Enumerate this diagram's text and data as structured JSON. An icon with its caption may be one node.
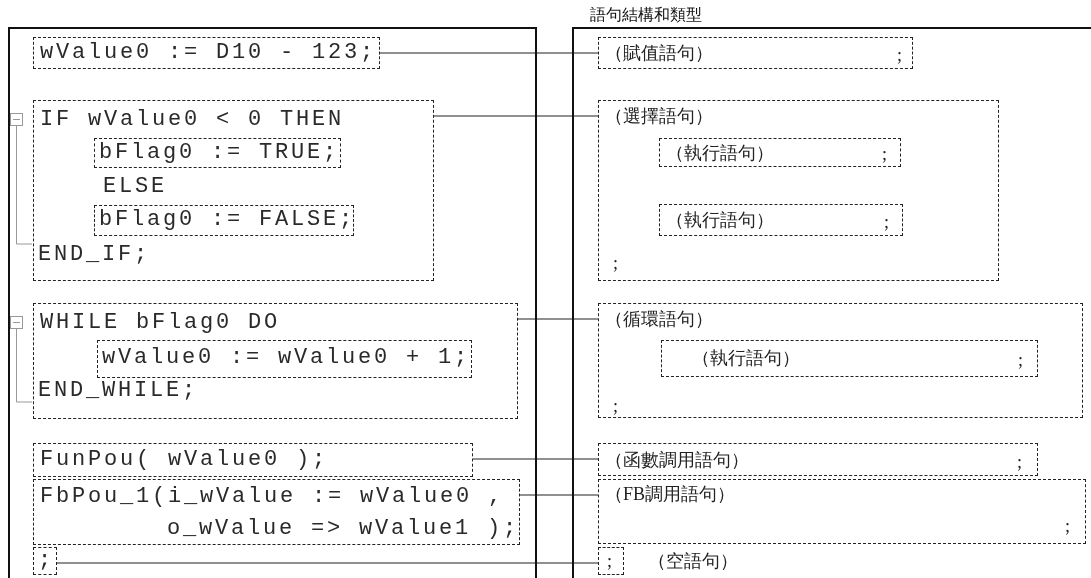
{
  "diagram": {
    "nodes": [
      {
        "text": [],
        "shape": "box"
      },
      {
        "text": [
          "wValue0 := D10 - 123;"
        ],
        "in": 0
      },
      {
        "text": [
          "IF wValue0 < 0 THEN",
          "ELSE",
          "END_IF;"
        ],
        "in": 0
      },
      {
        "text": [
          "bFlag0 := TRUE;"
        ],
        "in": 2
      },
      {
        "text": [
          "bFlag0 := FALSE;"
        ],
        "in": 2
      },
      {
        "text": [
          "WHILE bFlag0 DO",
          "END_WHILE;"
        ],
        "in": 0
      },
      {
        "text": [
          "wValue0 := wValue0 + 1;"
        ],
        "in": 5
      },
      {
        "text": [
          "FunPou( wValue0 );"
        ],
        "in": 0
      },
      {
        "text": [
          "FbPou_1(i_wValue := wValue0 , o_wValue => wValue1 );"
        ],
        "in": 0
      },
      {
        "text": [
          ";"
        ],
        "in": 0
      },
      {
        "text": [
          "語句結構和類型"
        ]
      },
      {
        "text": [
          "（賦值語句）",
          ";"
        ],
        "in": 10
      },
      {
        "text": [
          "（選擇語句）",
          ";"
        ],
        "in": 10
      },
      {
        "text": [
          "（執行語句）",
          ";"
        ],
        "in": 12
      },
      {
        "text": [
          "（執行語句）",
          ";"
        ],
        "in": 12
      },
      {
        "text": [
          "（循環語句）",
          ";"
        ],
        "in": 10
      },
      {
        "text": [
          "（執行語句）",
          ";"
        ],
        "in": 15
      },
      {
        "text": [
          "（函數調用語句）",
          ";"
        ],
        "in": 10
      },
      {
        "text": [
          "（FB調用語句）",
          ";"
        ],
        "in": 10
      },
      {
        "text": [
          ";"
        ],
        "in": 10
      }
    ],
    "labels": [
      "（空語句）"
    ],
    "edges": [
      {
        "from": 1,
        "to": 11,
        "arrow": "none"
      },
      {
        "from": 2,
        "to": 12,
        "arrow": "none"
      },
      {
        "from": 5,
        "to": 15,
        "arrow": "none"
      },
      {
        "from": 7,
        "to": 17,
        "arrow": "none"
      },
      {
        "from": 8,
        "to": 18,
        "arrow": "none"
      },
      {
        "from": 9,
        "to": 19,
        "arrow": "none"
      }
    ]
  }
}
